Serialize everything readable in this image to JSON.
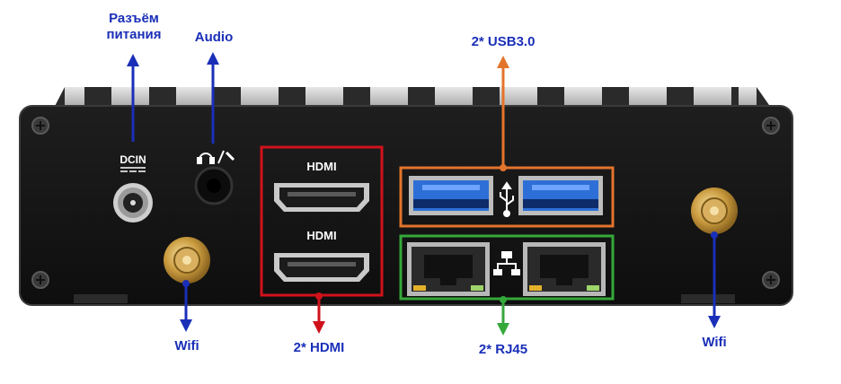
{
  "labels": {
    "power": "Разъём\nпитания",
    "audio": "Audio",
    "usb": "2* USB3.0",
    "hdmi": "2* HDMI",
    "rj45": "2* RJ45",
    "wifi_left": "Wifi",
    "wifi_right": "Wifi"
  },
  "device": {
    "dcin": "DCIN",
    "hdmi_top": "HDMI",
    "hdmi_bottom": "HDMI"
  },
  "colors": {
    "blue": "#1a2fb8",
    "red": "#d0121b",
    "orange": "#e3742c",
    "green": "#35a83a",
    "chassis": "#151515",
    "usb_blue": "#2d6fd6"
  },
  "icons": [
    "headphone-mic-icon",
    "usb-trident-icon",
    "network-icon"
  ]
}
